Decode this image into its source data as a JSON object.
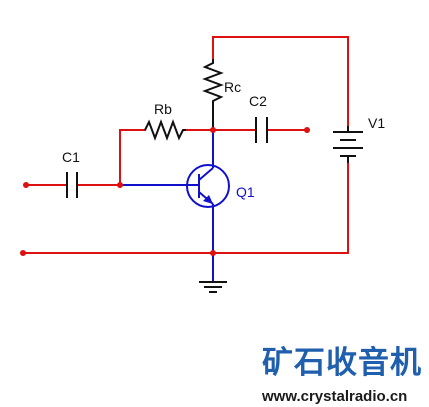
{
  "circuit": {
    "labels": {
      "c1": "C1",
      "c2": "C2",
      "rb": "Rb",
      "rc": "Rc",
      "q1": "Q1",
      "v1": "V1"
    },
    "colors": {
      "wire": "#dd1111",
      "component": "#111111",
      "transistor": "#1111cc",
      "junction": "#dd1111"
    }
  },
  "watermark": {
    "brand": "矿石收音机",
    "url": "www.crystalradio.cn",
    "colors": {
      "brand": "#1f5fae",
      "url": "#1a1a1a"
    }
  }
}
